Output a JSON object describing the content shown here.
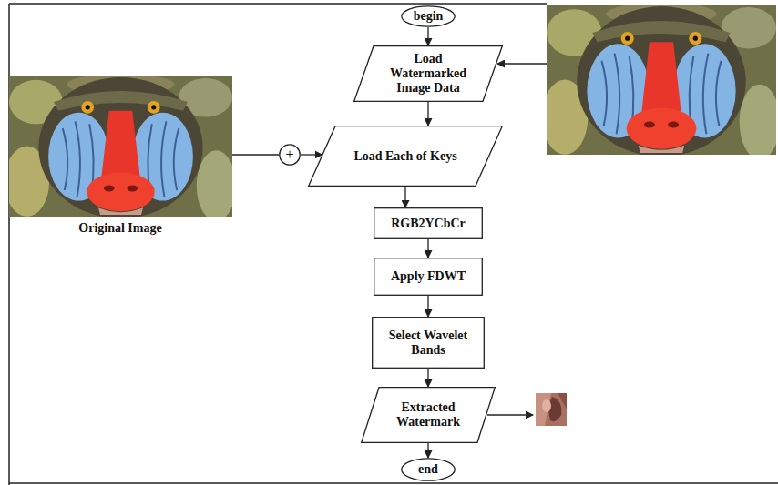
{
  "diagram": {
    "nodes": [
      {
        "text": [
          "begin"
        ]
      },
      {
        "text": [
          "Load Watermarked Image Data"
        ]
      },
      {
        "text": [
          "+"
        ]
      },
      {
        "text": [
          "Load Each of Keys"
        ]
      },
      {
        "text": [
          "RGB2YCbCr"
        ]
      },
      {
        "text": [
          "Apply FDWT"
        ]
      },
      {
        "text": [
          "Select Wavelet Bands"
        ]
      },
      {
        "text": [
          "Extracted Watermark"
        ]
      },
      {
        "text": [
          "end"
        ]
      }
    ],
    "edges": [
      {
        "from": 0,
        "to": 1,
        "arrow": "to"
      },
      {
        "from": 1,
        "to": 3,
        "arrow": "to"
      },
      {
        "from": 2,
        "to": 3,
        "arrow": "to"
      },
      {
        "from": 3,
        "to": 4,
        "arrow": "to"
      },
      {
        "from": 4,
        "to": 5,
        "arrow": "to"
      },
      {
        "from": 5,
        "to": 6,
        "arrow": "to"
      },
      {
        "from": 6,
        "to": 7,
        "arrow": "to"
      },
      {
        "from": 7,
        "to": 8,
        "arrow": "to"
      }
    ],
    "labels": [
      "Original Image"
    ]
  }
}
